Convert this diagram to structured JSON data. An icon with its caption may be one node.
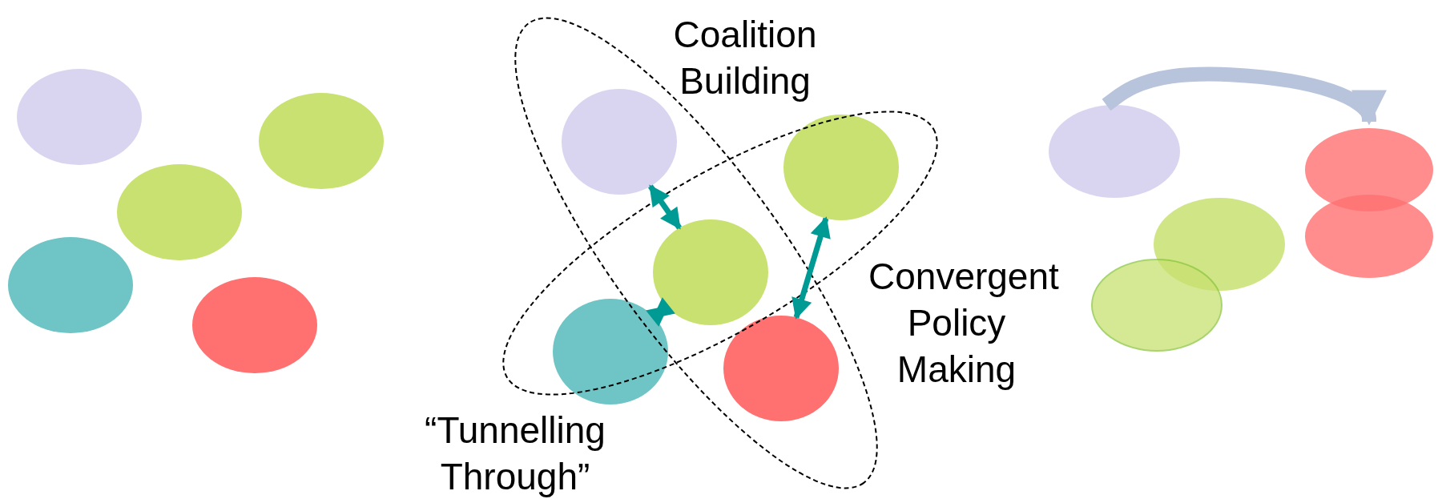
{
  "diagram": {
    "nodes": [
      {
        "text": [],
        "shape": "ellipse"
      },
      {
        "text": [],
        "shape": "ellipse"
      },
      {
        "text": [],
        "shape": "ellipse"
      },
      {
        "text": [],
        "shape": "ellipse"
      },
      {
        "text": [],
        "shape": "ellipse"
      },
      {
        "text": [],
        "shape": "ellipse"
      },
      {
        "text": [],
        "shape": "ellipse"
      },
      {
        "text": [],
        "shape": "ellipse"
      },
      {
        "text": [],
        "shape": "ellipse"
      },
      {
        "text": [],
        "shape": "ellipse"
      },
      {
        "text": [],
        "shape": "ellipse"
      },
      {
        "text": [],
        "shape": "ellipse"
      },
      {
        "text": [],
        "shape": "ellipse"
      },
      {
        "text": [],
        "shape": "ellipse"
      },
      {
        "text": [],
        "shape": "ellipse"
      }
    ],
    "edges": [
      {
        "from": 5,
        "to": 7,
        "arrow": "both"
      },
      {
        "from": 8,
        "to": 7,
        "arrow": "both"
      },
      {
        "from": 6,
        "to": 9,
        "arrow": "both"
      },
      {
        "from": 10,
        "to": 11,
        "arrow": "to",
        "style": "thick",
        "color": "#b8c4dc"
      }
    ],
    "labels": [
      "Coalition Building",
      "Convergent Policy Making",
      "“Tunnelling Through”"
    ]
  }
}
